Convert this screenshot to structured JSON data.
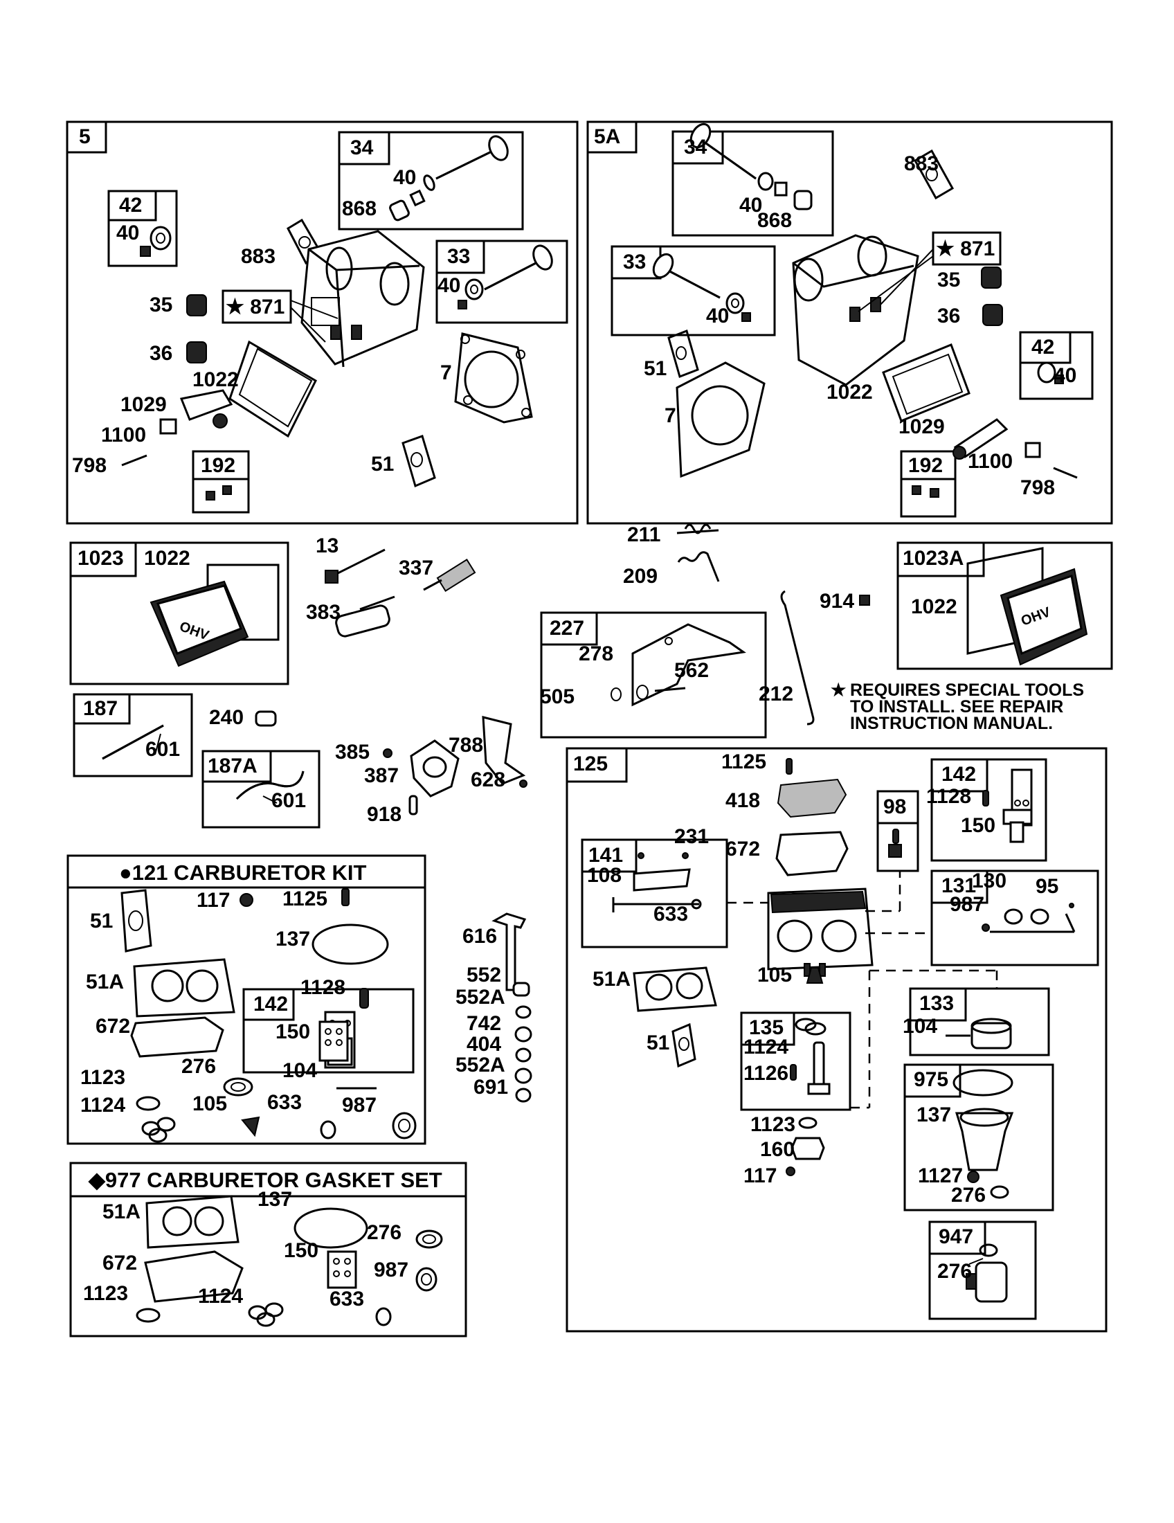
{
  "header_boxes": {
    "b5": "5",
    "b5a": "5A",
    "b1023": "1023",
    "b1023a": "1023A",
    "b187": "187",
    "b187a": "187A",
    "b227": "227",
    "b125": "125",
    "b142a": "142",
    "b142b": "142",
    "b98": "98",
    "b141": "141",
    "b131": "131",
    "b133": "133",
    "b135": "135",
    "b975": "975",
    "b947": "947",
    "b34a": "34",
    "b34b": "34",
    "b33a": "33",
    "b33b": "33",
    "b42a": "42",
    "b42b": "42",
    "b192a": "192",
    "b192b": "192",
    "b871a": "★ 871",
    "b871b": "★ 871"
  },
  "kit_titles": {
    "carb_kit": "●121 CARBURETOR KIT",
    "gasket_set": "◆977 CARBURETOR GASKET SET"
  },
  "note": {
    "line1": "REQUIRES SPECIAL TOOLS",
    "line2": "TO INSTALL.  SEE REPAIR",
    "line3": "INSTRUCTION MANUAL.",
    "star": "★"
  },
  "labels": {
    "p5_40a": "40",
    "p5_40b": "40",
    "p5_40c": "40",
    "p5_868": "868",
    "p5_883": "883",
    "p5_35": "35",
    "p5_36": "36",
    "p5_1022": "1022",
    "p5_7": "7",
    "p5_1029": "1029",
    "p5_1100": "1100",
    "p5_798": "798",
    "p5_51": "51",
    "p5a_40a": "40",
    "p5a_868": "868",
    "p5a_883": "883",
    "p5a_40b": "40",
    "p5a_35": "35",
    "p5a_36": "36",
    "p5a_51": "51",
    "p5a_7": "7",
    "p5a_1022": "1022",
    "p5a_40c": "40",
    "p5a_1029": "1029",
    "p5a_1100": "1100",
    "p5a_798": "798",
    "m_1022a": "1022",
    "m_13": "13",
    "m_337": "337",
    "m_383": "383",
    "m_211": "211",
    "m_209": "209",
    "m_914": "914",
    "m_1022b": "1022",
    "m_278": "278",
    "m_562": "562",
    "m_505": "505",
    "m_212": "212",
    "m_601a": "601",
    "m_240": "240",
    "m_385": "385",
    "m_387": "387",
    "m_788": "788",
    "m_628": "628",
    "m_601b": "601",
    "m_918": "918",
    "k_51": "51",
    "k_117": "117",
    "k_1125": "1125",
    "k_137": "137",
    "k_51a": "51A",
    "k_1128": "1128",
    "k_672": "672",
    "k_150": "150",
    "k_1123": "1123",
    "k_276": "276",
    "k_104": "104",
    "k_1124": "1124",
    "k_105": "105",
    "k_633": "633",
    "k_987": "987",
    "c_616": "616",
    "c_552": "552",
    "c_552a1": "552A",
    "c_742": "742",
    "c_404": "404",
    "c_552a2": "552A",
    "c_691": "691",
    "g_51a": "51A",
    "g_137": "137",
    "g_276": "276",
    "g_150": "150",
    "g_672": "672",
    "g_987": "987",
    "g_1123": "1123",
    "g_1124": "1124",
    "g_633": "633",
    "r_1125": "1125",
    "r_418": "418",
    "r_1128": "1128",
    "r_150": "150",
    "r_231": "231",
    "r_108": "108",
    "r_672": "672",
    "r_130": "130",
    "r_95": "95",
    "r_987": "987",
    "r_633": "633",
    "r_51a": "51A",
    "r_105": "105",
    "r_104": "104",
    "r_1124": "1124",
    "r_51": "51",
    "r_1126": "1126",
    "r_1123": "1123",
    "r_160": "160",
    "r_117": "117",
    "r_137": "137",
    "r_1127": "1127",
    "r_276a": "276",
    "r_276b": "276"
  },
  "icons": {
    "valve": "valve-icon",
    "spring": "spring-icon",
    "gasket": "gasket-icon",
    "cylinder_head": "cylinder-head-icon",
    "valve_cover": "valve-cover-icon",
    "spark_plug": "spark-plug-icon",
    "carburetor": "carburetor-icon",
    "bracket": "bracket-icon",
    "screw": "screw-icon",
    "tube": "tube-icon",
    "float_bowl": "float-bowl-icon",
    "solenoid": "solenoid-icon"
  },
  "colors": {
    "ink": "#000000",
    "paper": "#ffffff"
  }
}
